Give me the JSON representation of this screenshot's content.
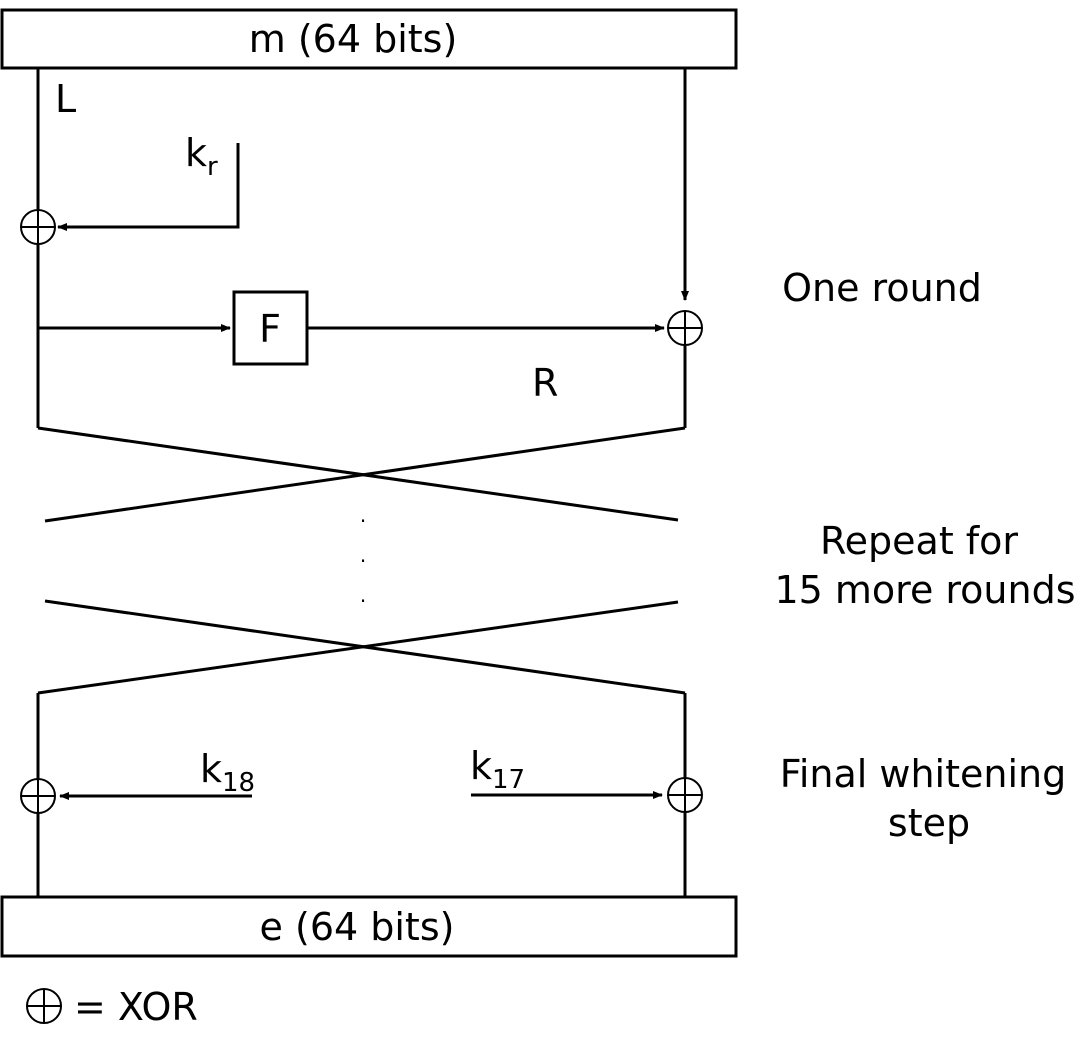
{
  "input_block": {
    "label": "m (64 bits)"
  },
  "output_block": {
    "label": "e (64 bits)"
  },
  "left_half_label": "L",
  "right_half_label": "R",
  "round_key": {
    "base": "k",
    "sub": "r"
  },
  "function_label": "F",
  "whitening_keys": {
    "left": {
      "base": "k",
      "sub": "18"
    },
    "right": {
      "base": "k",
      "sub": "17"
    }
  },
  "annotations": {
    "one_round": "One round",
    "repeat_line1": "Repeat for",
    "repeat_line2": "15 more rounds",
    "final_line1": "Final whitening",
    "final_line2": "step"
  },
  "legend": {
    "text": "= XOR"
  },
  "continuation_dots": ".",
  "colors": {
    "stroke": "#000000",
    "background": "#ffffff"
  }
}
